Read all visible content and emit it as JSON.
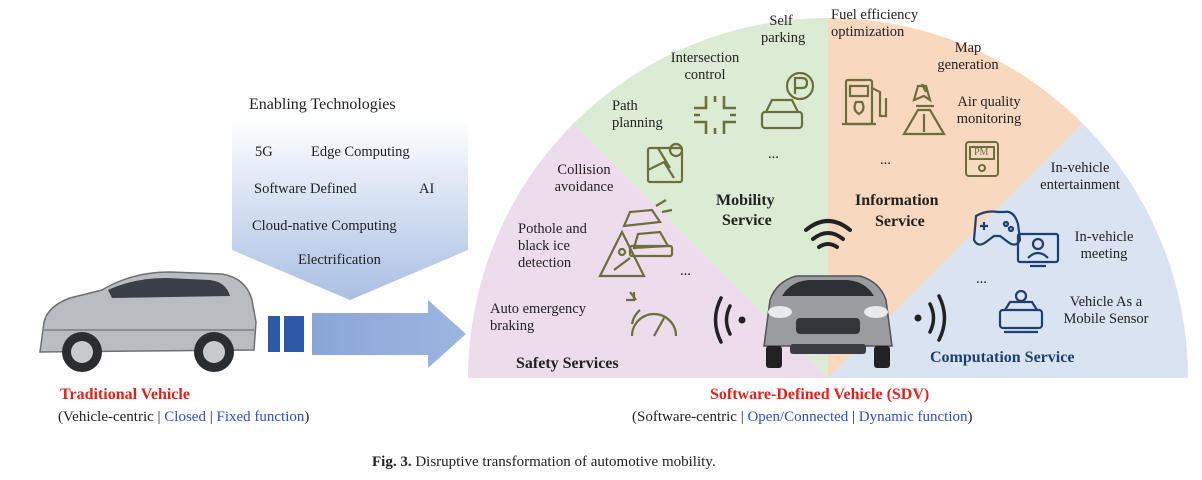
{
  "enabling": {
    "title": "Enabling Technologies",
    "items": [
      "5G",
      "Edge Computing",
      "Software Defined",
      "AI",
      "Cloud-native Computing",
      "Electrification"
    ]
  },
  "traditional": {
    "title": "Traditional Vehicle",
    "open_paren": "(",
    "part1": "Vehicle-centric",
    "sep": " | ",
    "part2": "Closed",
    "part3": "Fixed function",
    "close_paren": ")"
  },
  "sdv": {
    "title": "Software-Defined Vehicle (SDV)",
    "open_paren": "(",
    "part1": "Software-centric",
    "sep": " | ",
    "part2": "Open/Connected",
    "part3": "Dynamic function",
    "close_paren": ")"
  },
  "services": {
    "safety": {
      "title": "Safety Services",
      "items": [
        "Collision avoidance",
        "Pothole and black ice detection",
        "Auto emergency braking"
      ],
      "more": "..."
    },
    "mobility": {
      "title_line1": "Mobility",
      "title_line2": "Service",
      "items": [
        "Path planning",
        "Intersection control",
        "Self parking"
      ],
      "more": "..."
    },
    "information": {
      "title_line1": "Information",
      "title_line2": "Service",
      "items": [
        "Fuel efficiency optimization",
        "Map generation",
        "Air quality monitoring"
      ],
      "more": "...",
      "pm_label": "PM"
    },
    "computation": {
      "title": "Computation Service",
      "items": [
        "In-vehicle entertainment",
        "In-vehicle meeting",
        "Vehicle As a Mobile Sensor"
      ],
      "more": "..."
    }
  },
  "caption": {
    "label": "Fig. 3.",
    "text": " Disruptive transformation of automotive mobility."
  },
  "colors": {
    "safety": "#ecdcec",
    "mobility": "#dcecd4",
    "information": "#f8d8bf",
    "computation": "#d9e3f2",
    "icon": "#6b6f3a",
    "arrow": "#8fa9d9",
    "red_title": "#e0211b",
    "blue_text": "#2c4fc4"
  }
}
